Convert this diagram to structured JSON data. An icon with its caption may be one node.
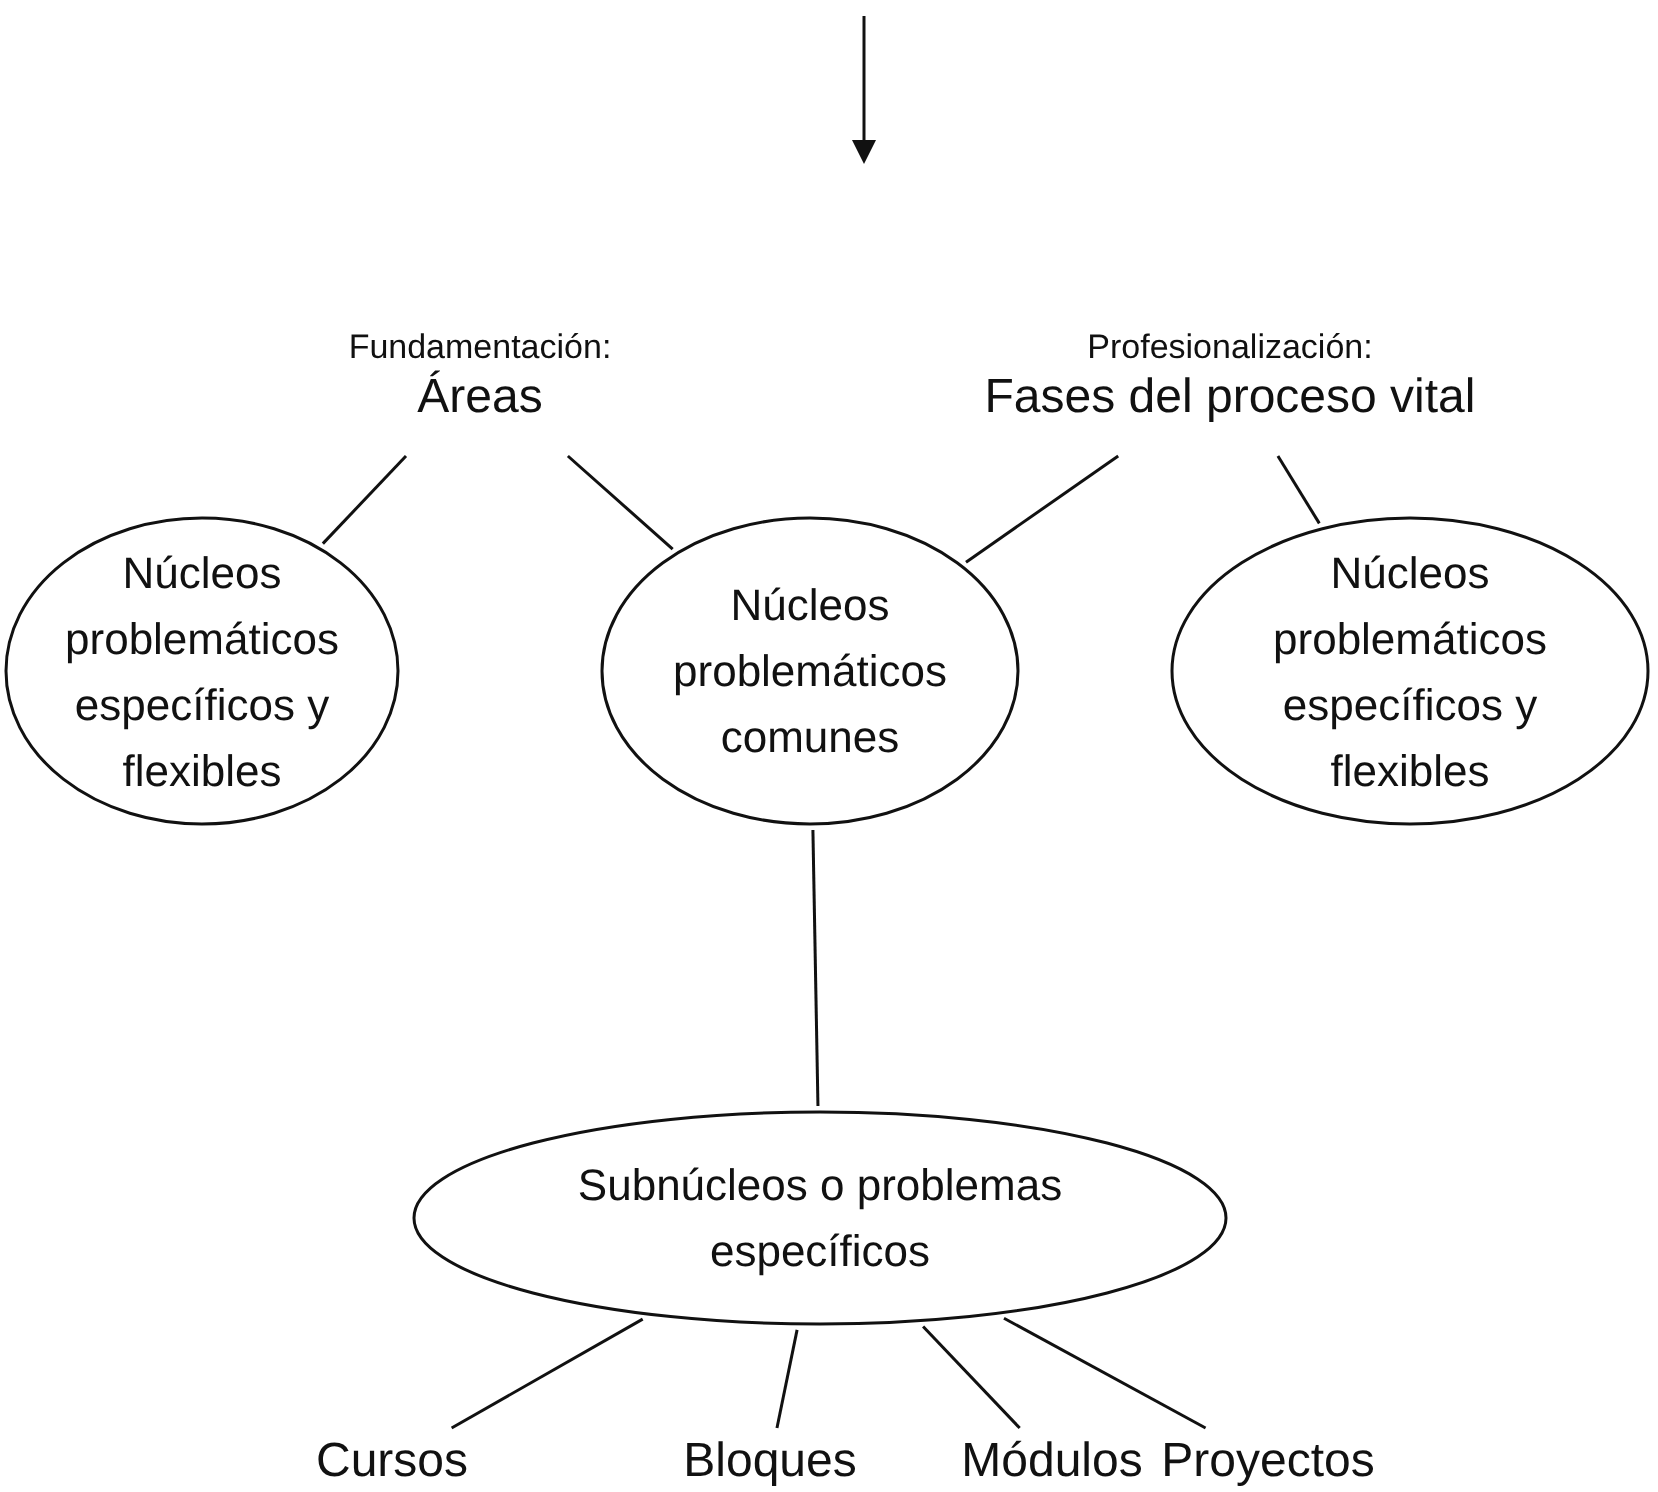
{
  "diagram": {
    "nodes": [
      {
        "text": [
          "Fundamentación:",
          "Áreas"
        ]
      },
      {
        "text": [
          "Profesionalización:",
          "Fases del proceso vital"
        ]
      },
      {
        "text": [
          "Núcleos problemáticos específicos y flexibles"
        ]
      },
      {
        "text": [
          "Núcleos problemáticos comunes"
        ]
      },
      {
        "text": [
          "Núcleos problemáticos específicos y flexibles"
        ]
      },
      {
        "text": [
          "Subnúcleos o problemas específicos"
        ]
      },
      {
        "text": [
          "Cursos"
        ]
      },
      {
        "text": [
          "Bloques"
        ]
      },
      {
        "text": [
          "Módulos"
        ]
      },
      {
        "text": [
          "Proyectos"
        ]
      }
    ],
    "edges": [
      {
        "from": 0,
        "to": 2,
        "arrow": "none"
      },
      {
        "from": 0,
        "to": 3,
        "arrow": "none"
      },
      {
        "from": 1,
        "to": 3,
        "arrow": "none"
      },
      {
        "from": 1,
        "to": 4,
        "arrow": "none"
      },
      {
        "from": 3,
        "to": 5,
        "arrow": "none"
      },
      {
        "from": 5,
        "to": 6,
        "arrow": "none"
      },
      {
        "from": 5,
        "to": 7,
        "arrow": "none"
      },
      {
        "from": 5,
        "to": 8,
        "arrow": "none"
      },
      {
        "from": 5,
        "to": 9,
        "arrow": "none"
      }
    ]
  }
}
